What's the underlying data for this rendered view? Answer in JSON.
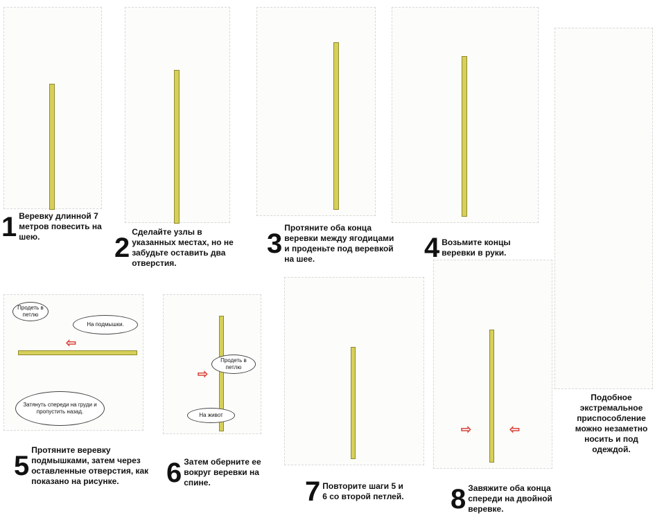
{
  "steps": [
    {
      "number": "1",
      "text": "Веревку длинной 7 метров повесить на шею."
    },
    {
      "number": "2",
      "text": "Сделайте узлы в указанных местах, но не забудьте оставить два отверстия."
    },
    {
      "number": "3",
      "text": "Протяните оба конца веревки между ягодицами и проденьте под веревкой на шее."
    },
    {
      "number": "4",
      "text": "Возьмите концы веревки в руки."
    },
    {
      "number": "5",
      "text": "Протяните веревку подмышками, затем через оставленные отверстия, как показано на рисунке."
    },
    {
      "number": "6",
      "text": "Затем оберните ее вокруг веревки на спине."
    },
    {
      "number": "7",
      "text": "Повторите шаги 5 и 6 со второй петлей."
    },
    {
      "number": "8",
      "text": "Завяжите оба конца спереди на двойной веревке."
    }
  ],
  "bubbles": {
    "b5a": "Продеть в петлю",
    "b5b": "На подмышки.",
    "b5c": "Затянуть спереди на груди и пропустить назад.",
    "b6a": "Продеть в петлю",
    "b6b": "На живот"
  },
  "final_note": "Подобное экстремальное приспособление можно незаметно носить и под одеждой.",
  "colors": {
    "rope": "#d6cf5a",
    "arrow": "#d9473f"
  }
}
